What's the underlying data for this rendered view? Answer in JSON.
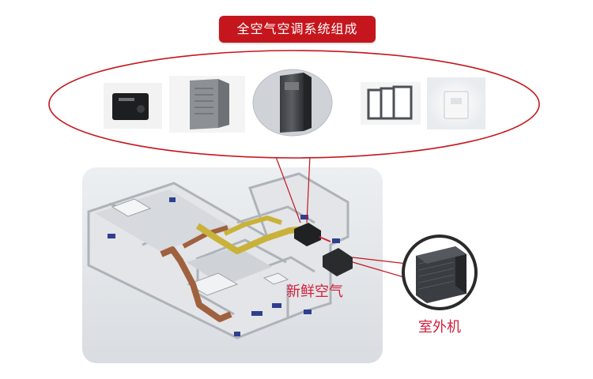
{
  "title": "全空气空调系统组成",
  "labels": {
    "fresh_air": "新鲜空气",
    "outdoor_unit": "室外机"
  },
  "components": [
    {
      "icon": "humidifier-icon"
    },
    {
      "icon": "air-filter-cabinet-icon"
    },
    {
      "icon": "air-handler-icon"
    },
    {
      "icon": "filter-cartridge-icon"
    },
    {
      "icon": "thermostat-icon"
    }
  ],
  "colors": {
    "accent": "#c5161d",
    "label_red": "#d21f3c",
    "duct": "#a0613e",
    "fresh_duct": "#c9b23a"
  }
}
